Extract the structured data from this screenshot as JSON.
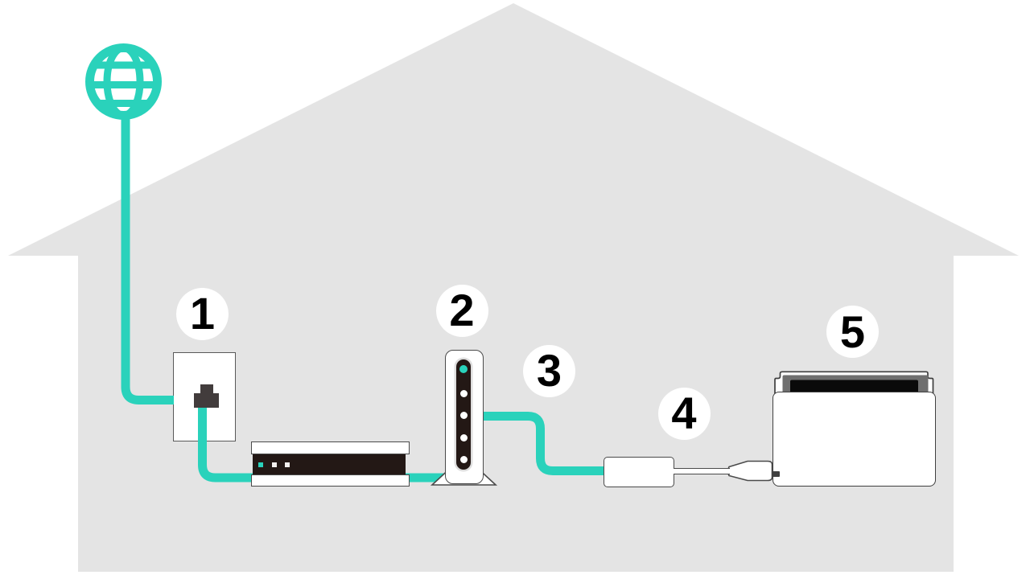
{
  "diagram": {
    "steps": [
      {
        "number": "1",
        "icon": "wall-jack-icon"
      },
      {
        "number": "2",
        "icon": "router-icon"
      },
      {
        "number": "3",
        "icon": "lan-cable-icon"
      },
      {
        "number": "4",
        "icon": "lan-adapter-icon"
      },
      {
        "number": "5",
        "icon": "console-dock-icon"
      }
    ],
    "icons": {
      "internet": "globe-icon",
      "modem": "modem-icon",
      "cable": "ethernet-cable"
    },
    "colors": {
      "accent": "#2ad2bb",
      "house": "#e4e4e4",
      "outline": "#4a4a4a",
      "device_dark": "#231815",
      "console_gray": "#6f6f6f",
      "screen_black": "#0a0a0a",
      "background": "#ffffff",
      "badge_fill": "#ffffff",
      "badge_text": "#000000"
    }
  }
}
